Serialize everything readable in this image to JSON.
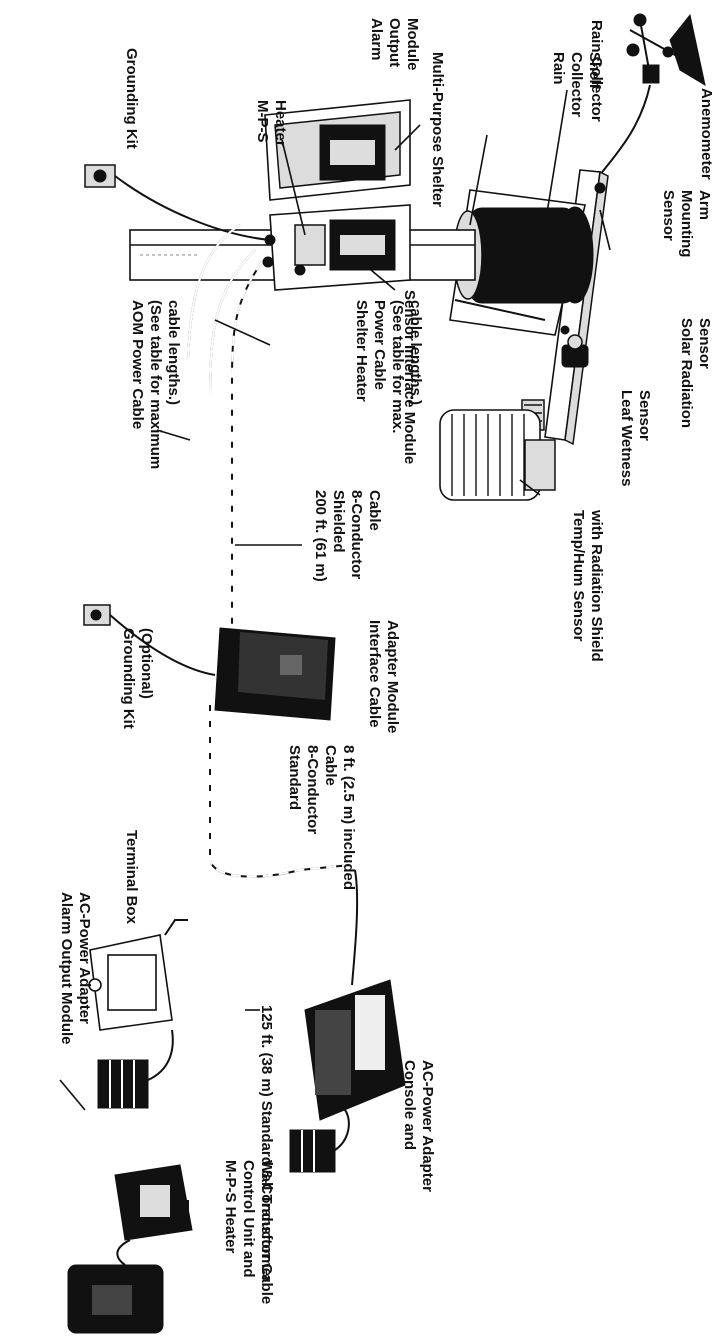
{
  "labels": {
    "anemometer": "Anemometer",
    "sensor_mounting_arm": [
      "Sensor",
      "Mounting",
      "Arm"
    ],
    "rain_collector": "Rain Collector",
    "rain_collector_shelf": [
      "Rain",
      "Collector",
      "Shelf"
    ],
    "multi_purpose_shelter": "Multi-Purpose Shelter",
    "alarm_output_module": [
      "Alarm",
      "Output",
      "Module"
    ],
    "mps_heater": [
      "M-P-S",
      "Heater"
    ],
    "grounding_kit": "Grounding Kit",
    "solar_radiation_sensor": [
      "Solar Radiation",
      "Sensor"
    ],
    "leaf_wetness_sensor": [
      "Leaf Wetness",
      "Sensor"
    ],
    "temp_hum_sensor": [
      "Temp/Hum Sensor",
      "with Radiation Shield"
    ],
    "sensor_interface_module": "Sensor Interface Module",
    "shelter_heater_power_cable": [
      "Shelter Heater",
      "Power Cable",
      "(See table for max.",
      "cable lengths.)"
    ],
    "aom_power_cable": [
      "AOM Power Cable",
      "(See table for maximum",
      "cable lengths.)"
    ],
    "shielded_cable": [
      "200 ft. (61 m)",
      "Shielded",
      "8-Conductor",
      "Cable"
    ],
    "interface_cable_adapter_module": [
      "Interface Cable",
      "Adapter Module"
    ],
    "grounding_kit_optional": [
      "Grounding Kit",
      "(Optional)"
    ],
    "standard_cable_8ft": [
      "Standard",
      "8-Conductor",
      "Cable",
      "8 ft. (2.5 m) included"
    ],
    "terminal_box": "Terminal Box",
    "aom_ac_power_adapter": [
      "Alarm Output Module",
      "AC-Power Adapter"
    ],
    "console": [
      "Console and",
      "AC-Power Adapter"
    ],
    "standard_cable_125ft": "125 ft. (38 m) Standard 8-Conductor Cable",
    "mps_heater_control": [
      "M-P-S Heater",
      "Control Unit and",
      "Wall Transformer"
    ]
  }
}
